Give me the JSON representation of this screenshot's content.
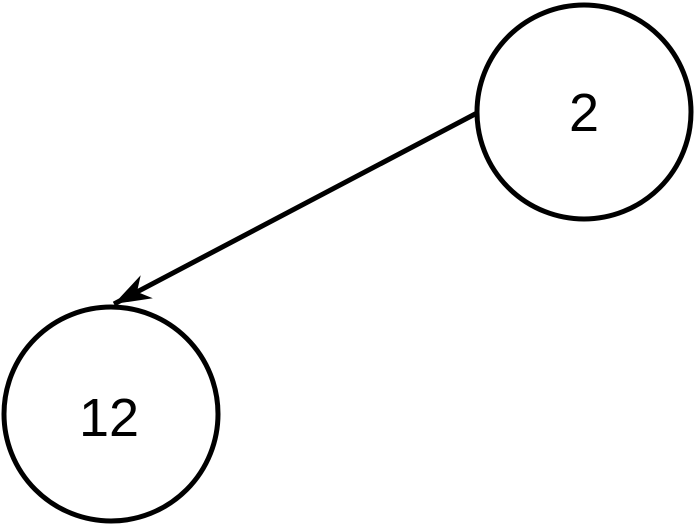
{
  "diagram": {
    "type": "directed-graph",
    "background_color": "#ffffff",
    "stroke_color": "#000000",
    "text_color": "#000000",
    "node_fill_color": "#ffffff",
    "nodes": [
      {
        "id": "2",
        "label": "2",
        "position": "top-right"
      },
      {
        "id": "12",
        "label": "12",
        "position": "bottom-left"
      }
    ],
    "edges": [
      {
        "from": "2",
        "to": "12",
        "directed": true,
        "arrowhead": "filled-concave"
      }
    ]
  }
}
